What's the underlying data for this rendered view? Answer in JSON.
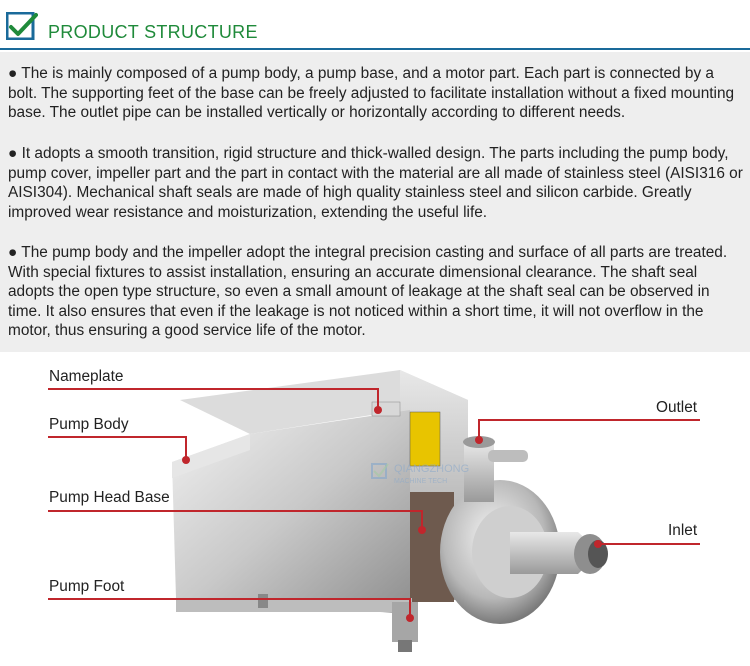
{
  "header": {
    "title": "PRODUCT STRUCTURE",
    "logo_icon": "green-checkmark-square-logo"
  },
  "paragraphs": [
    "● The is mainly composed of a pump body, a pump base, and a motor part. Each part is connected by a bolt. The supporting feet of the base can be freely adjusted to facilitate installation without a fixed mounting base. The outlet pipe can be installed vertically or horizontally according to different needs.",
    "● It adopts a smooth transition, rigid structure and thick-walled design. The parts including the pump body, pump cover, impeller part and the part in contact with the material are all made of stainless steel (AISI316 or AISI304). Mechanical shaft seals are made of high quality stainless steel and silicon carbide. Greatly improved wear resistance and moisturization, extending the useful life.",
    "● The pump body and the impeller adopt the integral precision casting and surface of all parts are treated. With special fixtures to assist installation, ensuring an accurate dimensional clearance. The shaft seal adopts the open type structure, so even a small amount of leakage at the shaft seal can be observed in time. It also ensures that even if the leakage is not noticed within a short time, it will not overflow in the motor, thus ensuring a good service life of the motor."
  ],
  "labels": {
    "nameplate": "Nameplate",
    "pump_body": "Pump Body",
    "pump_head_base": "Pump Head Base",
    "pump_foot": "Pump Foot",
    "outlet": "Outlet",
    "inlet": "Inlet"
  },
  "colors": {
    "title": "#1f8a3a",
    "header_line": "#1a6a9a",
    "leader": "#c0262c",
    "desc_bg": "#eeeeee"
  }
}
